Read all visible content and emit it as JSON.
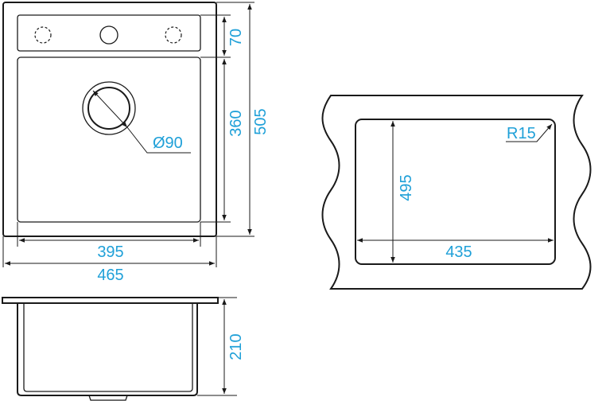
{
  "dimensions": {
    "top_section": "70",
    "bowl_depth_length": "360",
    "overall_length": "505",
    "bowl_width": "395",
    "overall_width": "465",
    "drain_diameter": "Ø90",
    "sink_depth": "210",
    "cutout_height": "495",
    "cutout_width": "435",
    "corner_radius": "R15"
  },
  "colors": {
    "dimension_text": "#1fa0d8",
    "line": "#1a1a1a"
  }
}
